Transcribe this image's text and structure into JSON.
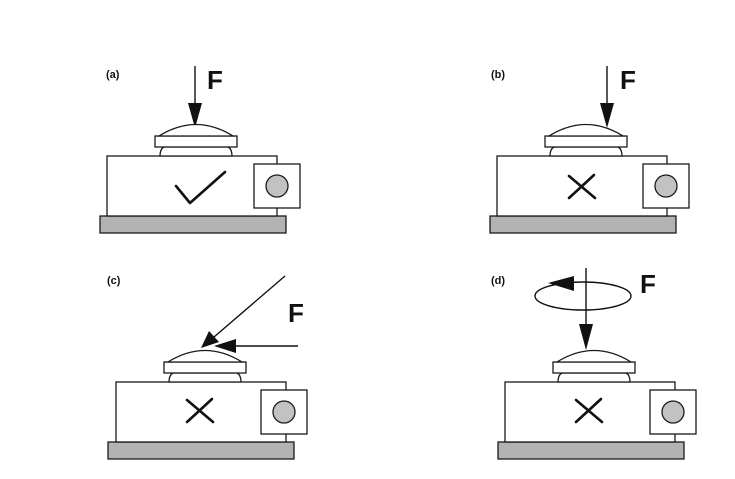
{
  "panels": [
    {
      "id": "a",
      "label": "(a)",
      "force_label": "F",
      "load": "vertical",
      "result": "check"
    },
    {
      "id": "b",
      "label": "(b)",
      "force_label": "F",
      "load": "off-center",
      "result": "cross"
    },
    {
      "id": "c",
      "label": "(c)",
      "force_label": "F",
      "load": "inclined-and-lateral",
      "result": "cross"
    },
    {
      "id": "d",
      "label": "(d)",
      "force_label": "F",
      "load": "vertical-with-torsion",
      "result": "cross"
    }
  ],
  "colors": {
    "base_plate": "#b3b3b3",
    "connector": "#c2c2c2",
    "lines": "#1a1a1a"
  },
  "icons": {
    "check": "check-mark-icon",
    "cross": "cross-mark-icon",
    "rotation": "rotation-arrow-icon"
  }
}
